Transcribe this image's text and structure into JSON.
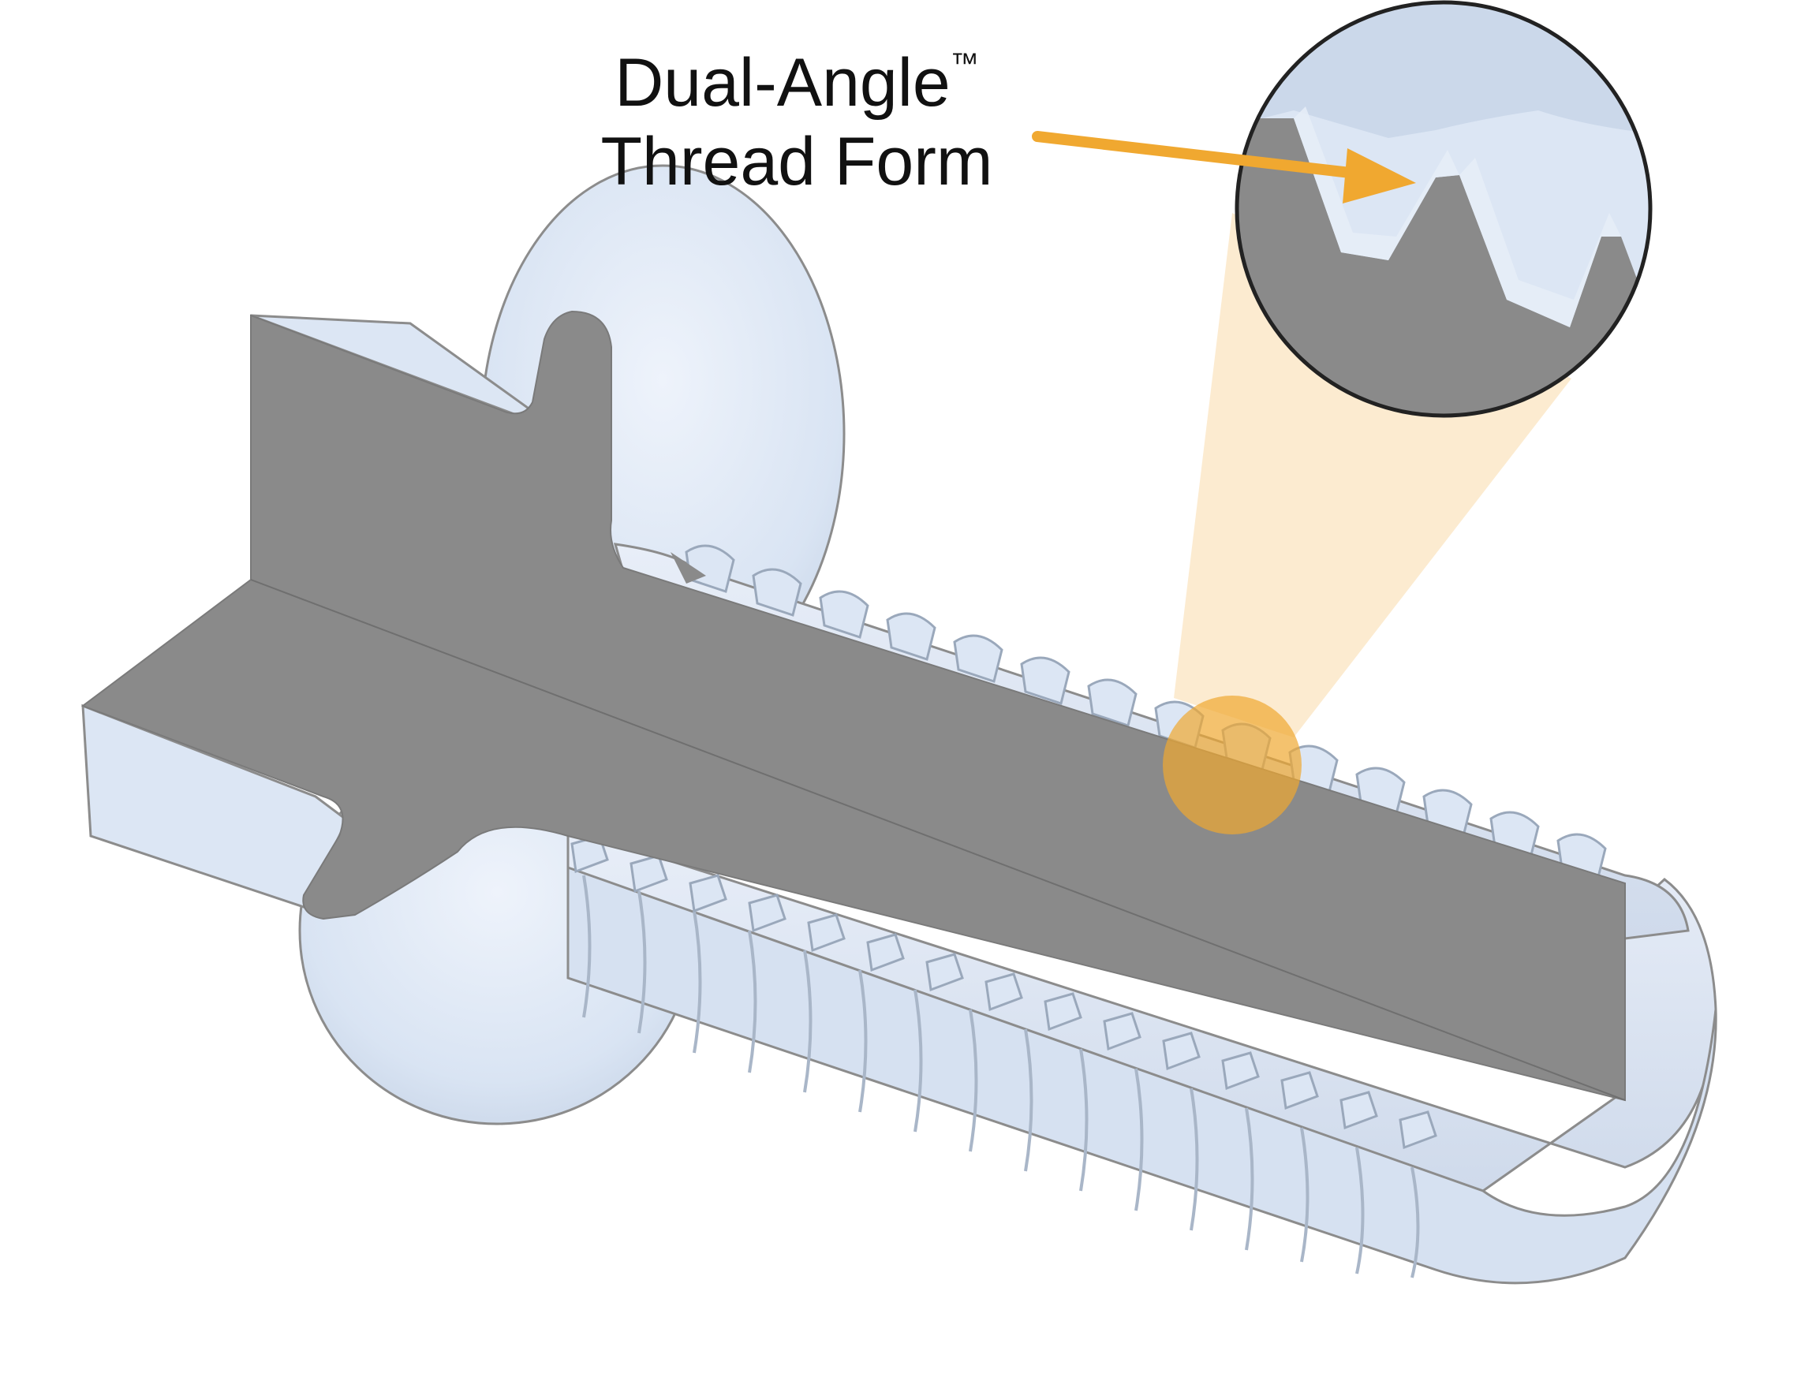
{
  "callout": {
    "line1": "Dual-Angle",
    "trademark": "™",
    "line2": "Thread Form"
  },
  "colors": {
    "section_cut": "#8a8a8a",
    "metal_surface": "#d9e4f3",
    "outline": "#8c8c8c",
    "arrow": "#f0a830",
    "magnifier_cone": "#fbe8c8",
    "magnifier_spot": "#f0a830",
    "magnifier_border": "#222222"
  },
  "icons": {
    "arrow": "orange-callout-arrow",
    "magnifier": "zoom-circle"
  }
}
